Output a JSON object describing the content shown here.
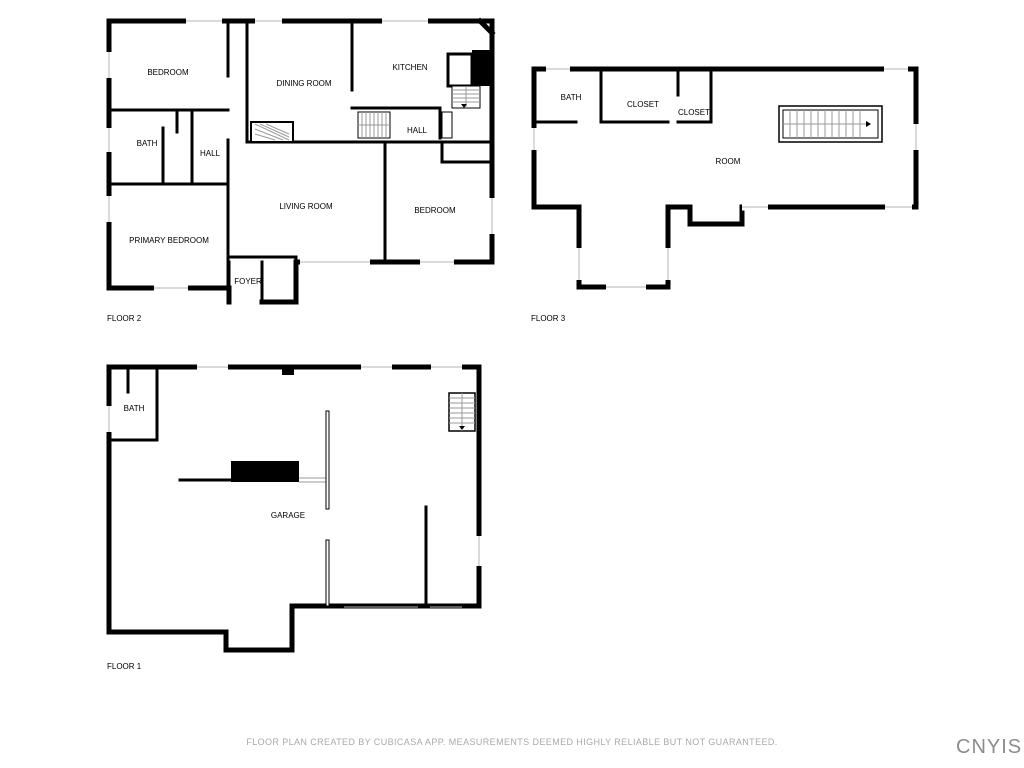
{
  "floor2": {
    "caption": "FLOOR 2",
    "rooms": {
      "bedroom_nw": "BEDROOM",
      "dining_room": "DINING ROOM",
      "kitchen": "KITCHEN",
      "bath": "BATH",
      "hall_west": "HALL",
      "hall_east": "HALL",
      "living_room": "LIVING ROOM",
      "bedroom_east": "BEDROOM",
      "primary_bedroom": "PRIMARY BEDROOM",
      "foyer": "FOYER"
    }
  },
  "floor3": {
    "caption": "FLOOR 3",
    "rooms": {
      "bath": "BATH",
      "closet_1": "CLOSET",
      "closet_2": "CLOSET",
      "room": "ROOM"
    }
  },
  "floor1": {
    "caption": "FLOOR 1",
    "rooms": {
      "bath": "BATH",
      "garage": "GARAGE"
    }
  },
  "footer": {
    "disclaimer": "FLOOR PLAN CREATED BY CUBICASA APP. MEASUREMENTS DEEMED HIGHLY RELIABLE BUT NOT GUARANTEED.",
    "brand": "CNYIS"
  }
}
